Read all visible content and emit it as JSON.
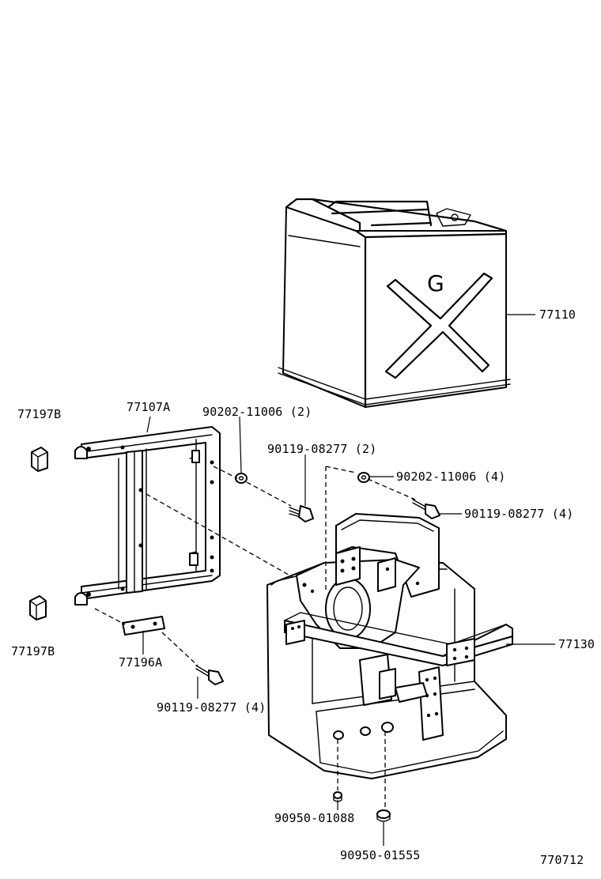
{
  "parts": {
    "can": "77110",
    "frame": "77107A",
    "cap_top": "77197B",
    "cap_bottom": "77197B",
    "bracket": "77196A",
    "washer_left": "90202-11006 (2)",
    "bolt_upper": "90119-08277 (2)",
    "washer_right": "90202-11006 (4)",
    "bolt_right": "90119-08277 (4)",
    "holder": "77130",
    "bolt_lower": "90119-08277 (4)",
    "grommet_small": "90950-01088",
    "grommet_large": "90950-01555"
  },
  "figure_number": "770712"
}
